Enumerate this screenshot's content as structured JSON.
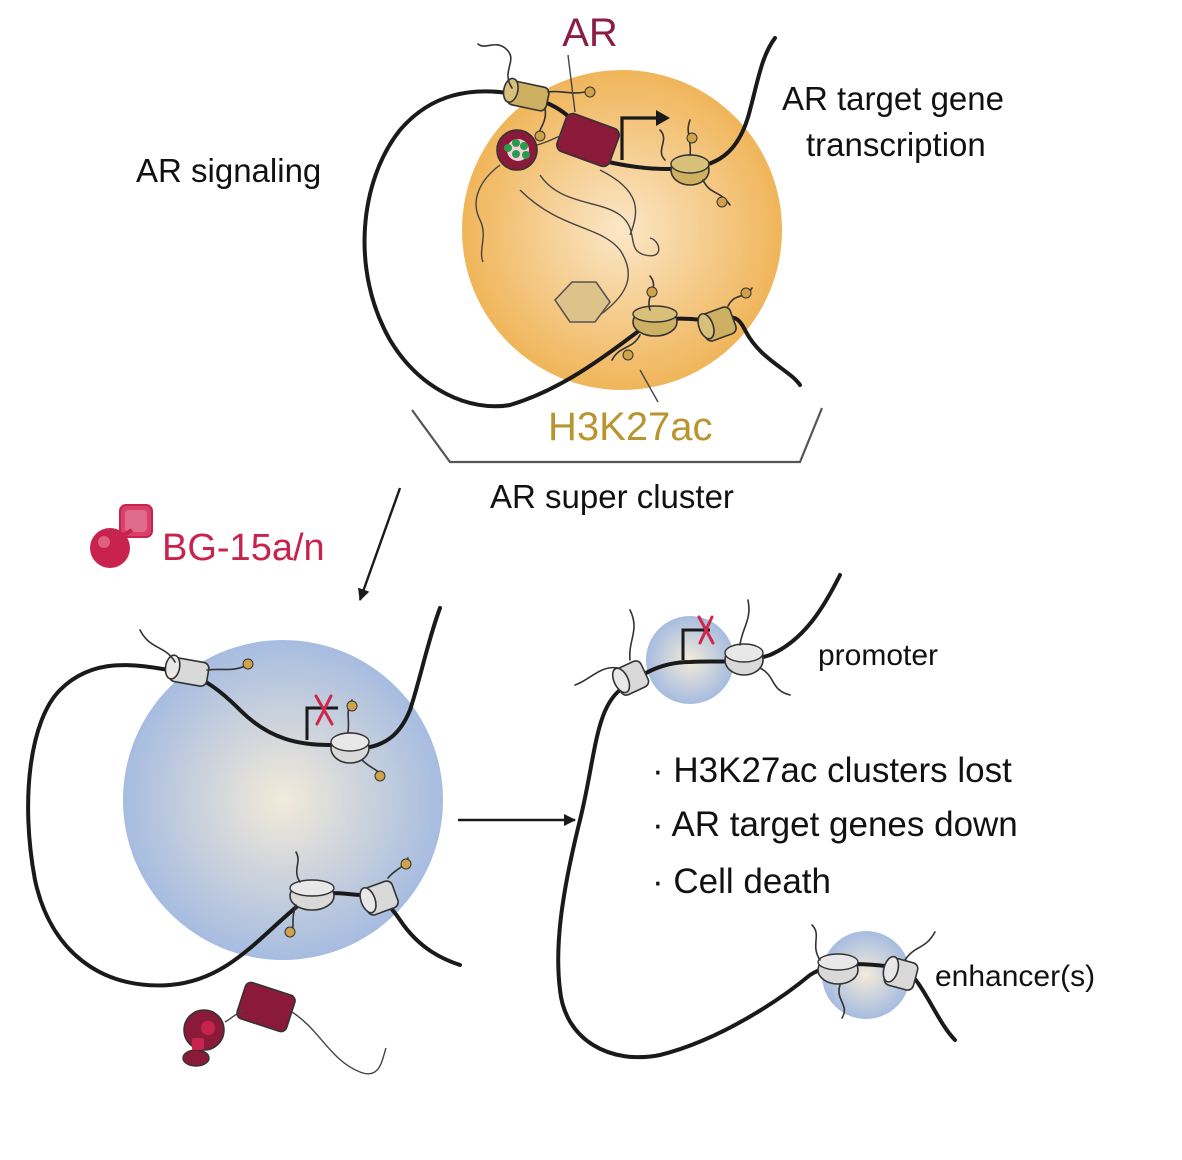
{
  "labels": {
    "ar": "AR",
    "ar_signaling": "AR signaling",
    "target_line1": "AR target gene",
    "target_line2": "transcription",
    "h3k27ac": "H3K27ac",
    "super_cluster": "AR super cluster",
    "drug": "BG-15a/n",
    "promoter": "promoter",
    "enhancer": "enhancer(s)"
  },
  "outcomes": [
    "· H3K27ac clusters lost",
    "· AR target genes down",
    "· Cell death"
  ],
  "colors": {
    "ar_label": "#8b1e45",
    "ar_protein": "#8b1a3a",
    "h3k27ac_label": "#b8952e",
    "drug": "#c8234f",
    "condensate_active": "#f0b75c",
    "condensate_inactive": "#a9bedf",
    "nucleosome_active": "#cdb062",
    "nucleosome_inactive": "#d9d9d9",
    "inhibition_x": "#d0264a"
  }
}
